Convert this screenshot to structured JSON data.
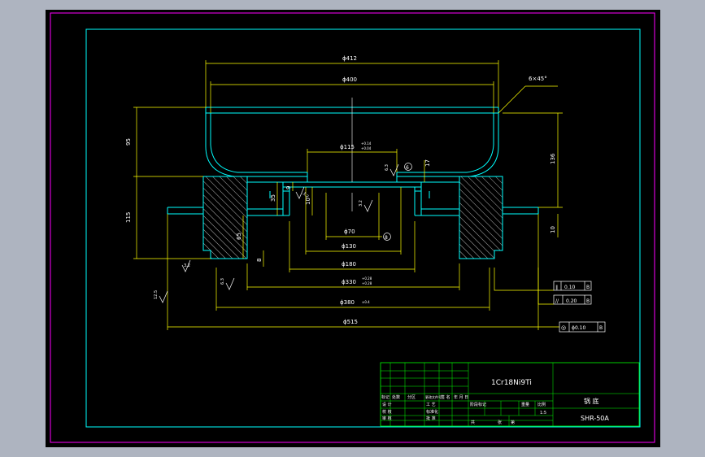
{
  "drawing": {
    "dimensions": {
      "d412": "ϕ412",
      "d400": "ϕ400",
      "chamfer": "6×45°",
      "d115": "ϕ115",
      "d115_tol_upper": "+0.14",
      "d115_tol_lower": "+0.04",
      "d70": "ϕ70",
      "d130": "ϕ130",
      "d180": "ϕ180",
      "d330": "ϕ330",
      "d330_tol_upper": "+0.28",
      "d330_tol_lower": "+0.28",
      "d380": "ϕ380",
      "d380_tol": "±0.4",
      "d515": "ϕ515",
      "h95": "95",
      "h115": "115",
      "h65": "65",
      "h35": "35",
      "h9": "9",
      "h8": "8",
      "h10a": "10",
      "h10b": "10",
      "h17": "17",
      "h136": "136",
      "ref_6": "6",
      "ref_8": "8",
      "rough_1": "6.3",
      "rough_2": "3.2",
      "rough_3": "3.2",
      "rough_4": "3.2",
      "rough_5": "12.5",
      "rough_6": "6.3"
    },
    "tolerances": {
      "t1_symbol": "∥",
      "t1_value": "0.10",
      "t1_ref": "B",
      "t2_symbol": "//",
      "t2_value": "0.20",
      "t2_ref": "B",
      "t3_symbol": "◎",
      "t3_value": "ϕ0.10",
      "t3_ref": "B"
    },
    "title_block": {
      "material": "1Cr18Ni9Ti",
      "part_name": "锅 底",
      "drawing_code": "SHR-50A",
      "scale": "1:5",
      "labels": {
        "mark": "标记",
        "count": "处数",
        "zone": "分区",
        "change_doc": "更改文件号",
        "sign": "签 名",
        "date": "年 月 日",
        "design": "设 计",
        "check": "校 核",
        "review": "审 核",
        "process": "工 艺",
        "standard": "标准化",
        "approve": "批 准",
        "stage_mark": "阶段标记",
        "weight": "重量",
        "scale_lbl": "比例",
        "total": "共",
        "sheet": "张",
        "page": "第"
      }
    },
    "colors": {
      "background": "#000000",
      "outer_frame": "#ff00ff",
      "inner_frame": "#00ffff",
      "part_outline": "#00ffff",
      "dimension": "#ffff00",
      "hatch": "#ffffff",
      "title_grid": "#00ff00",
      "text": "#ffffff"
    }
  }
}
